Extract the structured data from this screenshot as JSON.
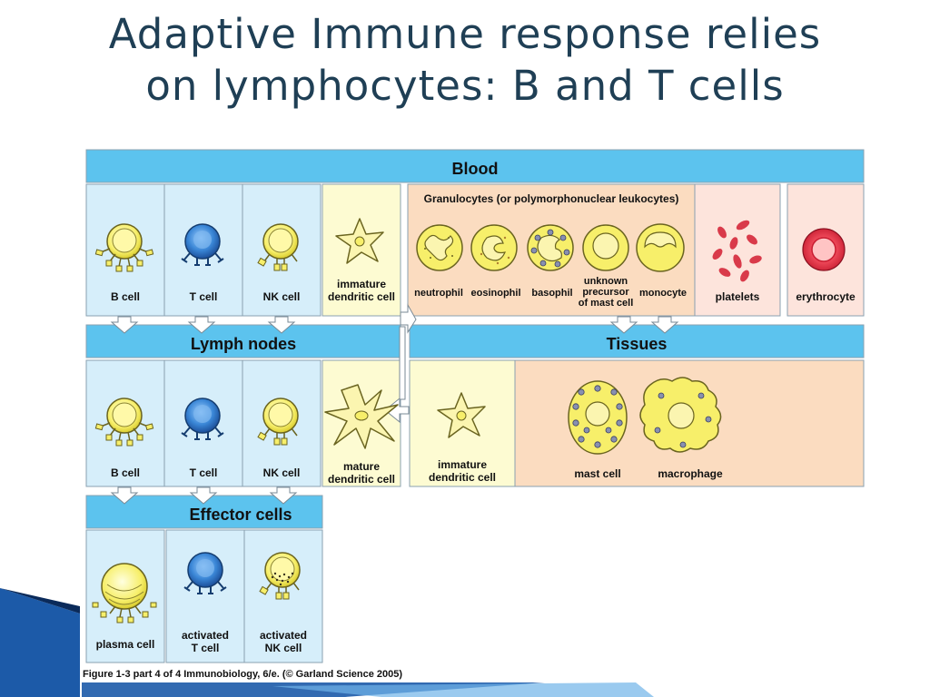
{
  "slide": {
    "title_line1": "Adaptive Immune response relies",
    "title_line2": "on lymphocytes: B and T cells"
  },
  "figure": {
    "sections": {
      "blood": "Blood",
      "lymph_nodes": "Lymph nodes",
      "tissues": "Tissues",
      "effector_cells": "Effector cells",
      "granulocytes": "Granulocytes (or polymorphonuclear leukocytes)"
    },
    "blood_cells": {
      "b_cell": "B cell",
      "t_cell": "T cell",
      "nk_cell": "NK cell",
      "immature_dc_1": "immature",
      "immature_dc_2": "dendritic cell",
      "neutrophil": "neutrophil",
      "eosinophil": "eosinophil",
      "basophil": "basophil",
      "unknown_1": "unknown",
      "unknown_2": "precursor",
      "unknown_3": "of mast cell",
      "monocyte": "monocyte",
      "platelets": "platelets",
      "erythrocyte": "erythrocyte"
    },
    "lymph_cells": {
      "b_cell": "B cell",
      "t_cell": "T cell",
      "nk_cell": "NK cell",
      "mature_dc_1": "mature",
      "mature_dc_2": "dendritic cell"
    },
    "tissue_cells": {
      "immature_dc_1": "immature",
      "immature_dc_2": "dendritic cell",
      "mast_cell": "mast cell",
      "macrophage": "macrophage"
    },
    "effector_cells": {
      "plasma_cell": "plasma cell",
      "activated_t_1": "activated",
      "activated_t_2": "T cell",
      "activated_nk_1": "activated",
      "activated_nk_2": "NK cell"
    },
    "caption": "Figure 1-3 part 4 of 4  Immunobiology, 6/e. (© Garland Science 2005)"
  },
  "colors": {
    "header_blue": "#5cc3ee",
    "panel_blue": "#d6eefa",
    "panel_cream": "#fdfbd2",
    "panel_peach": "#fbdcc0",
    "panel_pink": "#fde4dc",
    "cell_yellow": "#f7ef6a",
    "t_cell_blue": "#2f77c6",
    "platelet_red": "#d93a4a",
    "title_color": "#1f3f55"
  }
}
